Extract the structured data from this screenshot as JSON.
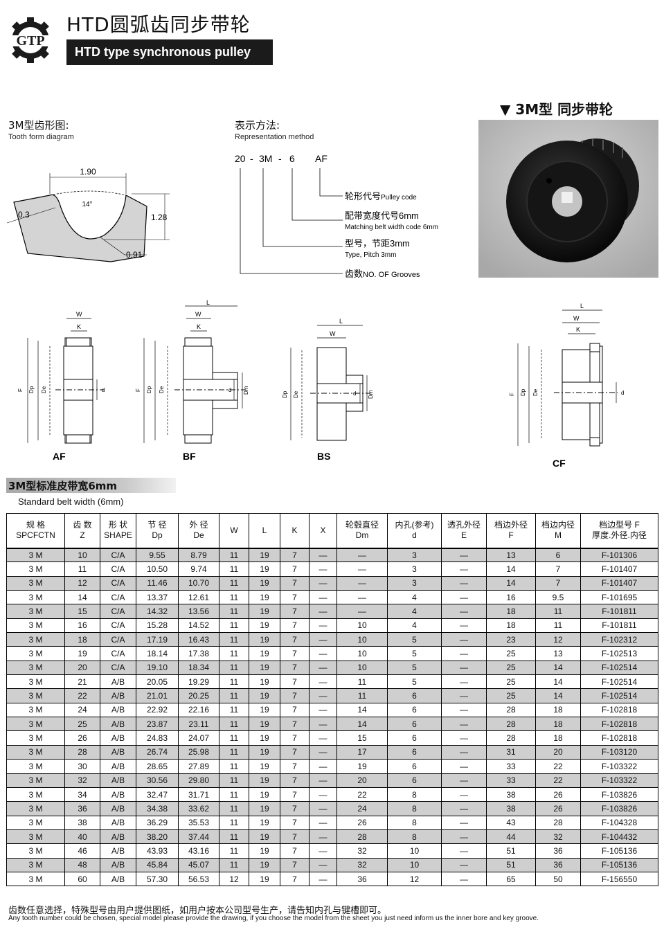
{
  "header": {
    "logo_text": "GTP",
    "title_cn": "HTD圆弧齿同步带轮",
    "title_en": "HTD type synchronous pulley"
  },
  "tooth_form": {
    "label_cn": "3M型齿形图:",
    "label_en": "Tooth form diagram",
    "dims": {
      "width": "1.90",
      "angle": "14°",
      "depth": "1.28",
      "radius_top": "0.3",
      "radius_bottom": "0.91"
    }
  },
  "representation": {
    "label_cn": "表示方法:",
    "label_en": "Representation method",
    "code": {
      "teeth": "20",
      "sep1": "-",
      "type": "3M",
      "sep2": "-",
      "width": "6",
      "pulley": "AF"
    },
    "items": [
      {
        "cn": "轮形代号",
        "en": "Pulley code"
      },
      {
        "cn": "配带宽度代号6mm",
        "en": "Matching belt width code 6mm"
      },
      {
        "cn": "型号，节距3mm",
        "en": "Type, Pitch 3mm"
      },
      {
        "cn": "齿数",
        "en": "NO. OF Grooves"
      }
    ]
  },
  "photo": {
    "title": "▼ 3M型  同步带轮"
  },
  "drawings": {
    "af": {
      "label": "AF",
      "dims": [
        "W",
        "K",
        "F",
        "Dp",
        "De",
        "d"
      ]
    },
    "bf": {
      "label": "BF",
      "dims": [
        "L",
        "W",
        "K",
        "F",
        "Dp",
        "De",
        "d",
        "Dm"
      ]
    },
    "bs": {
      "label": "BS",
      "dims": [
        "L",
        "W",
        "Dp",
        "De",
        "d",
        "Dm"
      ]
    },
    "cf": {
      "label": "CF",
      "dims": [
        "L",
        "W",
        "K",
        "F",
        "Dp",
        "De",
        "d"
      ]
    }
  },
  "section": {
    "title": "3M型标准皮带宽6mm",
    "subtitle": "Standard belt width  (6mm)"
  },
  "table": {
    "headers": [
      [
        "规  格",
        "SPCFCTN"
      ],
      [
        "齿 数",
        "Z"
      ],
      [
        "形 状",
        "SHAPE"
      ],
      [
        "节 径",
        "Dp"
      ],
      [
        "外  径",
        "De"
      ],
      [
        "W",
        ""
      ],
      [
        "L",
        ""
      ],
      [
        "K",
        ""
      ],
      [
        "X",
        ""
      ],
      [
        "轮毂直径",
        "Dm"
      ],
      [
        "内孔(参考)",
        "d"
      ],
      [
        "透孔外径",
        "E"
      ],
      [
        "档边外径",
        "F"
      ],
      [
        "档边内径",
        "M"
      ],
      [
        "档边型号   F",
        "厚度.外径.内径"
      ]
    ],
    "rows": [
      [
        "3 M",
        "10",
        "C/A",
        "9.55",
        "8.79",
        "11",
        "19",
        "7",
        "—",
        "—",
        "3",
        "—",
        "13",
        "6",
        "F-101306"
      ],
      [
        "3 M",
        "11",
        "C/A",
        "10.50",
        "9.74",
        "11",
        "19",
        "7",
        "—",
        "—",
        "3",
        "—",
        "14",
        "7",
        "F-101407"
      ],
      [
        "3 M",
        "12",
        "C/A",
        "11.46",
        "10.70",
        "11",
        "19",
        "7",
        "—",
        "—",
        "3",
        "—",
        "14",
        "7",
        "F-101407"
      ],
      [
        "3 M",
        "14",
        "C/A",
        "13.37",
        "12.61",
        "11",
        "19",
        "7",
        "—",
        "—",
        "4",
        "—",
        "16",
        "9.5",
        "F-101695"
      ],
      [
        "3 M",
        "15",
        "C/A",
        "14.32",
        "13.56",
        "11",
        "19",
        "7",
        "—",
        "—",
        "4",
        "—",
        "18",
        "11",
        "F-101811"
      ],
      [
        "3 M",
        "16",
        "C/A",
        "15.28",
        "14.52",
        "11",
        "19",
        "7",
        "—",
        "10",
        "4",
        "—",
        "18",
        "11",
        "F-101811"
      ],
      [
        "3 M",
        "18",
        "C/A",
        "17.19",
        "16.43",
        "11",
        "19",
        "7",
        "—",
        "10",
        "5",
        "—",
        "23",
        "12",
        "F-102312"
      ],
      [
        "3 M",
        "19",
        "C/A",
        "18.14",
        "17.38",
        "11",
        "19",
        "7",
        "—",
        "10",
        "5",
        "—",
        "25",
        "13",
        "F-102513"
      ],
      [
        "3 M",
        "20",
        "C/A",
        "19.10",
        "18.34",
        "11",
        "19",
        "7",
        "—",
        "10",
        "5",
        "—",
        "25",
        "14",
        "F-102514"
      ],
      [
        "3 M",
        "21",
        "A/B",
        "20.05",
        "19.29",
        "11",
        "19",
        "7",
        "—",
        "11",
        "5",
        "—",
        "25",
        "14",
        "F-102514"
      ],
      [
        "3 M",
        "22",
        "A/B",
        "21.01",
        "20.25",
        "11",
        "19",
        "7",
        "—",
        "11",
        "6",
        "—",
        "25",
        "14",
        "F-102514"
      ],
      [
        "3 M",
        "24",
        "A/B",
        "22.92",
        "22.16",
        "11",
        "19",
        "7",
        "—",
        "14",
        "6",
        "—",
        "28",
        "18",
        "F-102818"
      ],
      [
        "3 M",
        "25",
        "A/B",
        "23.87",
        "23.11",
        "11",
        "19",
        "7",
        "—",
        "14",
        "6",
        "—",
        "28",
        "18",
        "F-102818"
      ],
      [
        "3 M",
        "26",
        "A/B",
        "24.83",
        "24.07",
        "11",
        "19",
        "7",
        "—",
        "15",
        "6",
        "—",
        "28",
        "18",
        "F-102818"
      ],
      [
        "3 M",
        "28",
        "A/B",
        "26.74",
        "25.98",
        "11",
        "19",
        "7",
        "—",
        "17",
        "6",
        "—",
        "31",
        "20",
        "F-103120"
      ],
      [
        "3 M",
        "30",
        "A/B",
        "28.65",
        "27.89",
        "11",
        "19",
        "7",
        "—",
        "19",
        "6",
        "—",
        "33",
        "22",
        "F-103322"
      ],
      [
        "3 M",
        "32",
        "A/B",
        "30.56",
        "29.80",
        "11",
        "19",
        "7",
        "—",
        "20",
        "6",
        "—",
        "33",
        "22",
        "F-103322"
      ],
      [
        "3 M",
        "34",
        "A/B",
        "32.47",
        "31.71",
        "11",
        "19",
        "7",
        "—",
        "22",
        "8",
        "—",
        "38",
        "26",
        "F-103826"
      ],
      [
        "3 M",
        "36",
        "A/B",
        "34.38",
        "33.62",
        "11",
        "19",
        "7",
        "—",
        "24",
        "8",
        "—",
        "38",
        "26",
        "F-103826"
      ],
      [
        "3 M",
        "38",
        "A/B",
        "36.29",
        "35.53",
        "11",
        "19",
        "7",
        "—",
        "26",
        "8",
        "—",
        "43",
        "28",
        "F-104328"
      ],
      [
        "3 M",
        "40",
        "A/B",
        "38.20",
        "37.44",
        "11",
        "19",
        "7",
        "—",
        "28",
        "8",
        "—",
        "44",
        "32",
        "F-104432"
      ],
      [
        "3 M",
        "46",
        "A/B",
        "43.93",
        "43.16",
        "11",
        "19",
        "7",
        "—",
        "32",
        "10",
        "—",
        "51",
        "36",
        "F-105136"
      ],
      [
        "3 M",
        "48",
        "A/B",
        "45.84",
        "45.07",
        "11",
        "19",
        "7",
        "—",
        "32",
        "10",
        "—",
        "51",
        "36",
        "F-105136"
      ],
      [
        "3 M",
        "60",
        "A/B",
        "57.30",
        "56.53",
        "12",
        "19",
        "7",
        "—",
        "36",
        "12",
        "—",
        "65",
        "50",
        "F-156550"
      ]
    ]
  },
  "footer": {
    "note_cn": "齿数任意选择，特殊型号由用户提供图纸，如用户按本公司型号生产，请告知内孔与键槽即可。",
    "note_en": "Any tooth number could be chosen, special model please provide the drawing, if you choose the model from the sheet you just need inform us the inner bore and key groove."
  }
}
